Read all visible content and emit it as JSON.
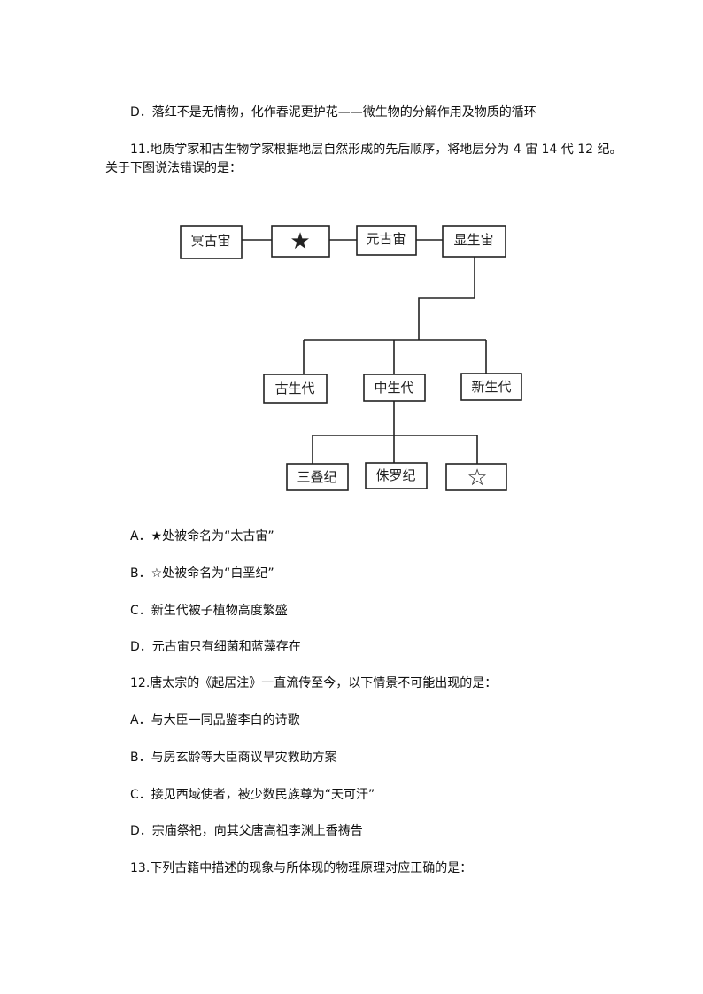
{
  "lines": {
    "q10_d": "D．落红不是无情物，化作春泥更护花——微生物的分解作用及物质的循环",
    "q11_stem_1": "11.地质学家和古生物学家根据地层自然形成的先后顺序，将地层分为 4 宙 14 代 12 纪。",
    "q11_stem_2": "关于下图说法错误的是：",
    "q11_a": "A．★处被命名为“太古宙”",
    "q11_b": "B．☆处被命名为“白垩纪”",
    "q11_c": "C．新生代被子植物高度繁盛",
    "q11_d": "D．元古宙只有细菌和蓝藻存在",
    "q12_stem": "12.唐太宗的《起居注》一直流传至今，以下情景不可能出现的是：",
    "q12_a": "A．与大臣一同品鉴李白的诗歌",
    "q12_b": "B．与房玄龄等大臣商议旱灾救助方案",
    "q12_c": "C．接见西域使者，被少数民族尊为“天可汗”",
    "q12_d": "D．宗庙祭祀，向其父唐高祖李渊上香祷告",
    "q13_stem": "13.下列古籍中描述的现象与所体现的物理原理对应正确的是："
  },
  "diagram": {
    "eons": [
      "冥古宙",
      "★",
      "元古宙",
      "显生宙"
    ],
    "eras": [
      "古生代",
      "中生代",
      "新生代"
    ],
    "periods": [
      "三叠纪",
      "侏罗纪",
      "☆"
    ]
  }
}
